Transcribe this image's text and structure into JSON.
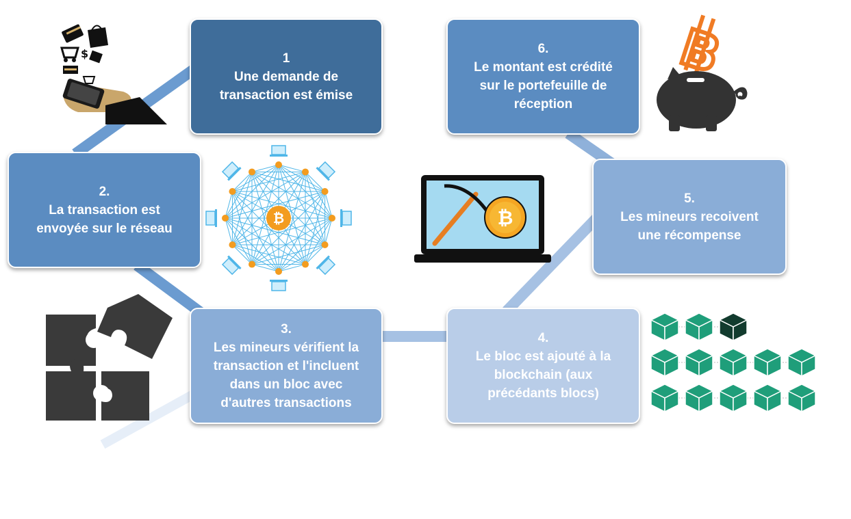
{
  "steps": [
    {
      "id": "1",
      "number": "1",
      "lines": [
        "Une demande de",
        "transaction est émise"
      ],
      "color": "#3f6d9a"
    },
    {
      "id": "2",
      "number": "2.",
      "lines": [
        "La transaction est",
        "envoyée sur le réseau"
      ],
      "color": "#5b8cc1"
    },
    {
      "id": "3",
      "number": "3.",
      "lines": [
        "Les mineurs vérifient la",
        "transaction et l'incluent",
        "dans un bloc avec",
        "d'autres transactions"
      ],
      "color": "#8aadd7"
    },
    {
      "id": "4",
      "number": "4.",
      "lines": [
        "Le bloc est ajouté à la",
        "blockchain (aux",
        "précédants blocs)"
      ],
      "color": "#b9cde8"
    },
    {
      "id": "5",
      "number": "5.",
      "lines": [
        "Les mineurs recoivent",
        "une récompense"
      ],
      "color": "#8aadd7"
    },
    {
      "id": "6",
      "number": "6.",
      "lines": [
        "Le montant est crédité",
        "sur le portefeuille de",
        "réception"
      ],
      "color": "#5b8cc1"
    }
  ],
  "illustrations": {
    "step1": "hand-paying-with-phone-icon",
    "step2": "bitcoin-network-icon",
    "step3": "puzzle-pieces-icon",
    "center": "laptop-mining-bitcoin-icon",
    "step4": "blockchain-cubes-icon",
    "step6": "piggy-bank-bitcoin-icon"
  },
  "colors": {
    "connector": "#6b9bd0",
    "bitcoin_orange": "#f39c1f",
    "cube_green": "#1f9e7a",
    "cube_dark": "#123b2e",
    "puzzle_gray": "#3a3a3a"
  }
}
